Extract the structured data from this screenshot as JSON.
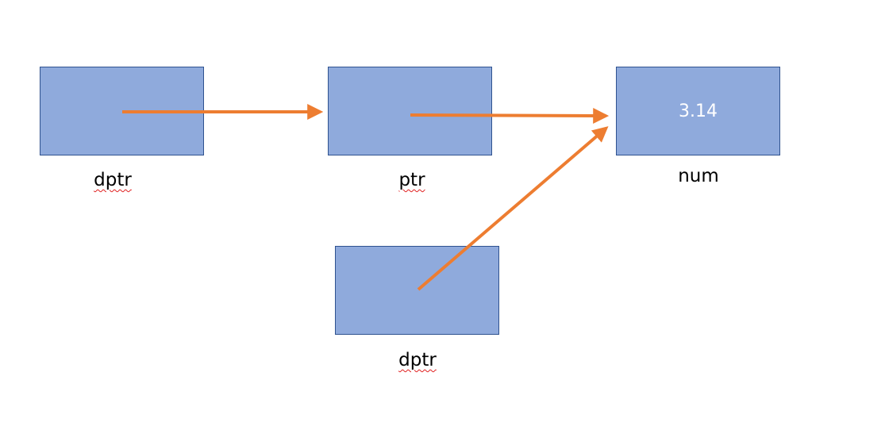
{
  "nodes": {
    "dptr_top": {
      "label": "dptr",
      "value": ""
    },
    "ptr": {
      "label": "ptr",
      "value": ""
    },
    "num": {
      "label": "num",
      "value": "3.14"
    },
    "dptr_bottom": {
      "label": "dptr",
      "value": ""
    }
  },
  "colors": {
    "box_fill": "#8faadc",
    "box_border": "#2f528f",
    "arrow": "#ed7d31",
    "spellcheck_underline": "#e02020"
  },
  "edges": [
    {
      "from": "dptr_top",
      "to": "ptr"
    },
    {
      "from": "ptr",
      "to": "num"
    },
    {
      "from": "dptr_bottom",
      "to": "num"
    }
  ]
}
